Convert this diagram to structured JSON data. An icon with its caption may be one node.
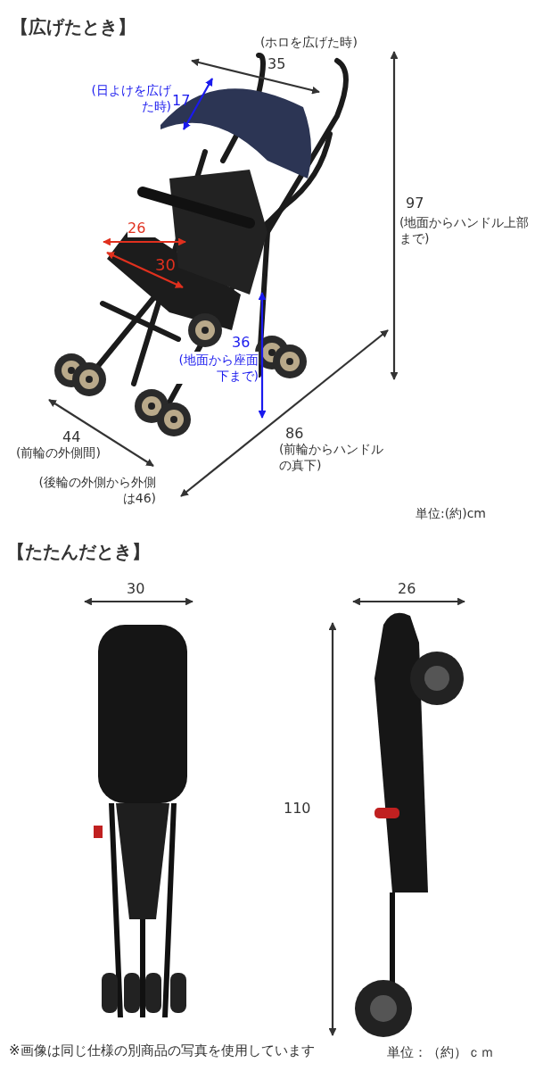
{
  "diagram": {
    "labels": [
      "【広げたとき】",
      "(ホロを広げた時)",
      "35",
      "(日よけを広げた時)",
      "17",
      "97",
      "(地面からハンドル上部まで)",
      "26",
      "30",
      "36",
      "(地面から座面下まで)",
      "44",
      "(前輪の外側間)",
      "86",
      "(前輪からハンドルの真下)",
      "(後輪の外側から外側は46)",
      "単位:(約)cm",
      "【たたんだとき】",
      "30",
      "26",
      "110",
      "※画像は同じ仕様の別商品の写真を使用しています",
      "単位：（約）ｃｍ"
    ]
  }
}
